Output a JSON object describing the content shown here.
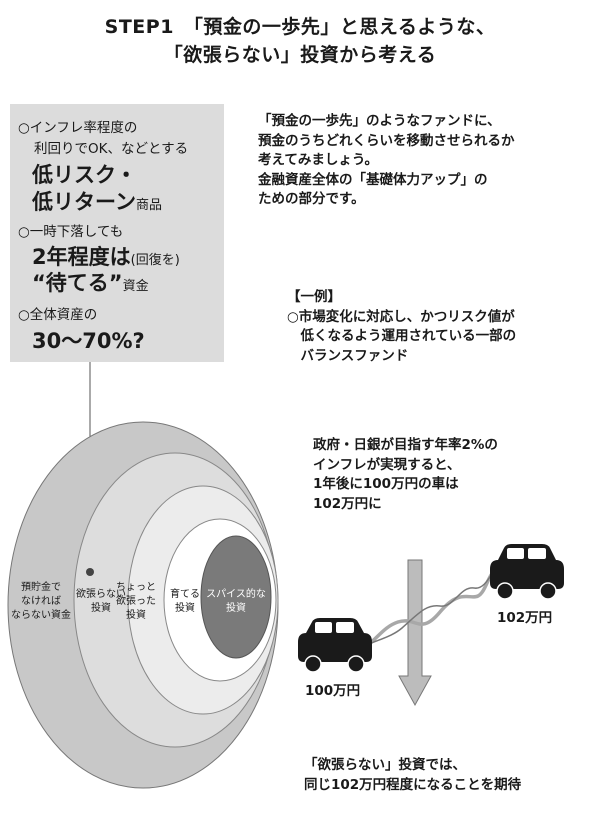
{
  "header": {
    "line1": "STEP1　「預金の一歩先」と思えるような、",
    "line2": "「欲張らない」投資から考える"
  },
  "criteria_box": {
    "item1_line1": "○インフレ率程度の",
    "item1_line2": "利回りでOK、などとする",
    "item1_big1": "低リスク・",
    "item1_big2": "低リターン",
    "item1_suffix": "商品",
    "item2_line1": "○一時下落しても",
    "item2_big1": "2年程度は",
    "item2_paren": "(回復を)",
    "item2_big2": "“待てる”",
    "item2_suffix": "資金",
    "item3_line1": "○全体資産の",
    "item3_big": "30～70%?"
  },
  "intro": {
    "lines": [
      "「預金の一歩先」のようなファンドに、",
      "預金のうちどれくらいを移動させられるか",
      "考えてみましょう。",
      "金融資産全体の「基礎体力アップ」の",
      "ための部分です。"
    ]
  },
  "example": {
    "heading": "【一例】",
    "lines": [
      "○市場変化に対応し、かつリスク値が",
      "　低くなるよう運用されている一部の",
      "　バランスファンド"
    ]
  },
  "inflation": {
    "lines": [
      "政府・日銀が目指す年率2%の",
      "インフレが実現すると、",
      "1年後に100万円の車は",
      "102万円に"
    ]
  },
  "rings": {
    "ring1": [
      "預貯金で",
      "なければ",
      "ならない資金"
    ],
    "ring2": [
      "欲張らない",
      "投資"
    ],
    "ring3": [
      "ちょっと",
      "欲張った",
      "投資"
    ],
    "ring4": [
      "育てる",
      "投資"
    ],
    "ring5": [
      "スパイス的な",
      "投資"
    ]
  },
  "cars": {
    "left_label": "100万円",
    "right_label": "102万円"
  },
  "conclusion": {
    "lines": [
      "「欲張らない」投資では、",
      "同じ102万円程度になることを期待"
    ]
  },
  "colors": {
    "ring1": "#c8c8c8",
    "ring2": "#dddddd",
    "ring3": "#ececec",
    "ring4": "#ffffff",
    "ring5": "#7a7a7a",
    "gray_box": "#dcdcdc",
    "ink": "#1a1a1a"
  }
}
